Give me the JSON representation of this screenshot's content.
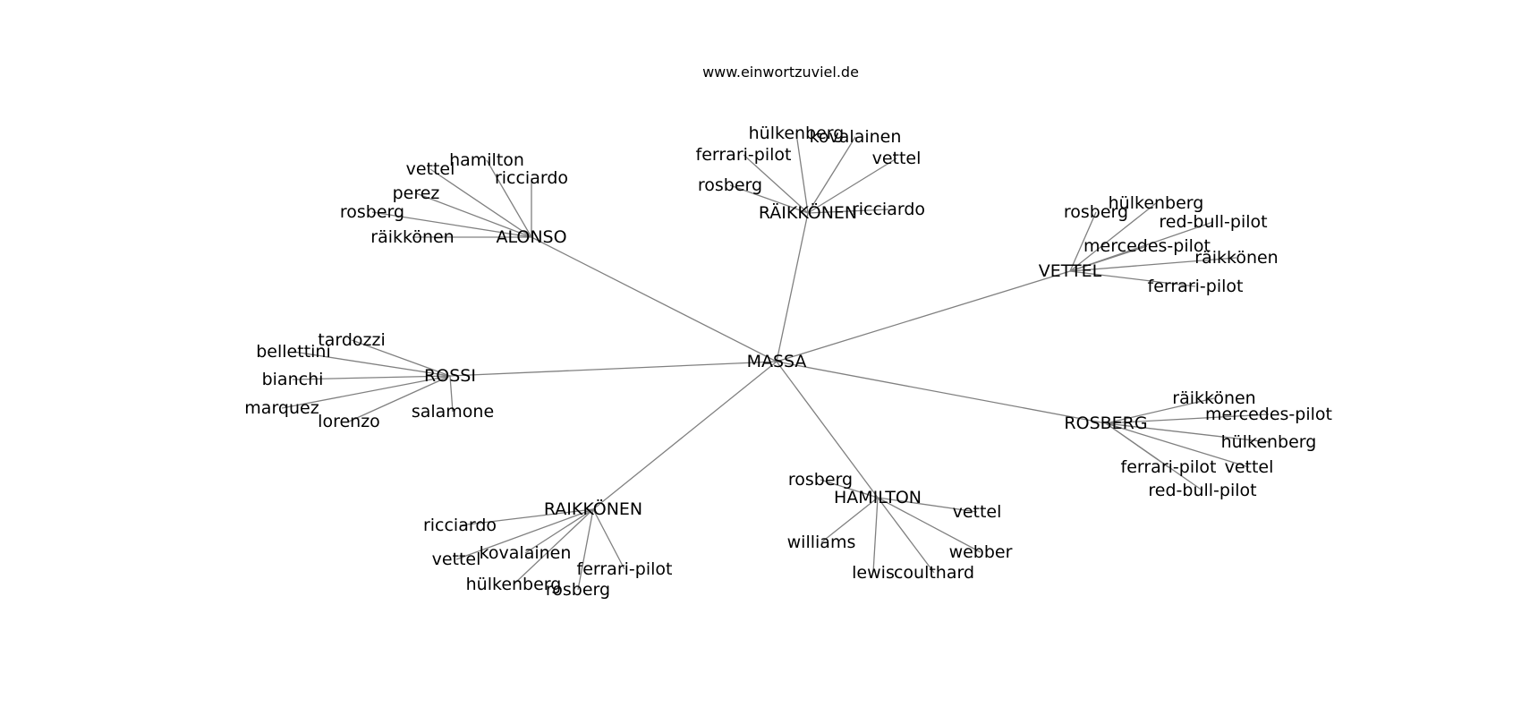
{
  "header": {
    "site": "www.einwortzuviel.de"
  },
  "graph": {
    "root": "MASSA",
    "line_color": "#808080",
    "clusters": [
      {
        "hub": "ALONSO",
        "leaves": [
          "hamilton",
          "vettel",
          "ricciardo",
          "perez",
          "rosberg",
          "räikkönen"
        ]
      },
      {
        "hub": "RÄIKKÖNEN",
        "leaves": [
          "hülkenberg",
          "kovalainen",
          "ferrari-pilot",
          "vettel",
          "rosberg",
          "ricciardo"
        ]
      },
      {
        "hub": "VETTEL",
        "leaves": [
          "rosberg",
          "hülkenberg",
          "red-bull-pilot",
          "mercedes-pilot",
          "räikkönen",
          "ferrari-pilot"
        ]
      },
      {
        "hub": "ROSSI",
        "leaves": [
          "tardozzi",
          "bellettini",
          "bianchi",
          "marquez",
          "lorenzo",
          "salamone"
        ]
      },
      {
        "hub": "ROSBERG",
        "leaves": [
          "räikkönen",
          "mercedes-pilot",
          "hülkenberg",
          "ferrari-pilot",
          "vettel",
          "red-bull-pilot"
        ]
      },
      {
        "hub": "HAMILTON",
        "leaves": [
          "rosberg",
          "vettel",
          "williams",
          "webber",
          "lewis",
          "coulthard"
        ]
      },
      {
        "hub": "RAIKKÖNEN",
        "leaves": [
          "ricciardo",
          "kovalainen",
          "vettel",
          "ferrari-pilot",
          "hülkenberg",
          "rosberg"
        ]
      }
    ]
  }
}
